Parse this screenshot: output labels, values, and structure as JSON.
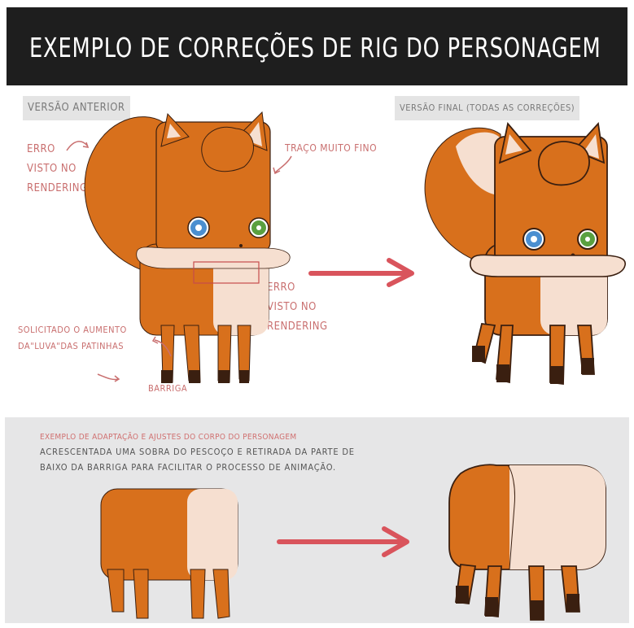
{
  "header": {
    "title": "EXEMPLO DE CORREÇÕES DE RIG DO PERSONAGEM"
  },
  "labels": {
    "before": "VERSÃO ANTERIOR",
    "after": "VERSÃO FINAL (TODAS AS CORREÇÕES)"
  },
  "notes": {
    "render_error_1": [
      "ERRO",
      "VISTO NO",
      "RENDERING"
    ],
    "thin_line": "TRAÇO MUITO FINO",
    "render_error_2": [
      "ERRO",
      "VISTO NO",
      "RENDERING"
    ],
    "glove": [
      "SOLICITADO O AUMENTO",
      "DA\"LUVA\"DAS PATINHAS"
    ],
    "belly": "BARRIGA"
  },
  "bottom": {
    "heading": "EXEMPLO DE ADAPTAÇÃO E AJUSTES DO CORPO DO PERSONAGEM",
    "desc": [
      "ACRESCENTADA UMA SOBRA DO PESCOÇO E RETIRADA DA PARTE DE",
      "BAIXO DA BARRIGA PARA FACILITAR O PROCESSO DE ANIMAÇÃO."
    ]
  },
  "colors": {
    "header_bg": "#1e1e1e",
    "fur_orange": "#d8701c",
    "fur_cream": "#f6dfd0",
    "outline": "#3a1f10",
    "paw_dark": "#3a1f10",
    "eye_left": "#4b8fd0",
    "eye_right": "#5aa040",
    "annotation": "#c96f6f",
    "arrow": "#d9545c",
    "label_box": "#e4e4e4",
    "bottom_bg": "#e6e6e7"
  },
  "icons": [
    "curved-arrow-icon",
    "right-arrow-icon"
  ]
}
